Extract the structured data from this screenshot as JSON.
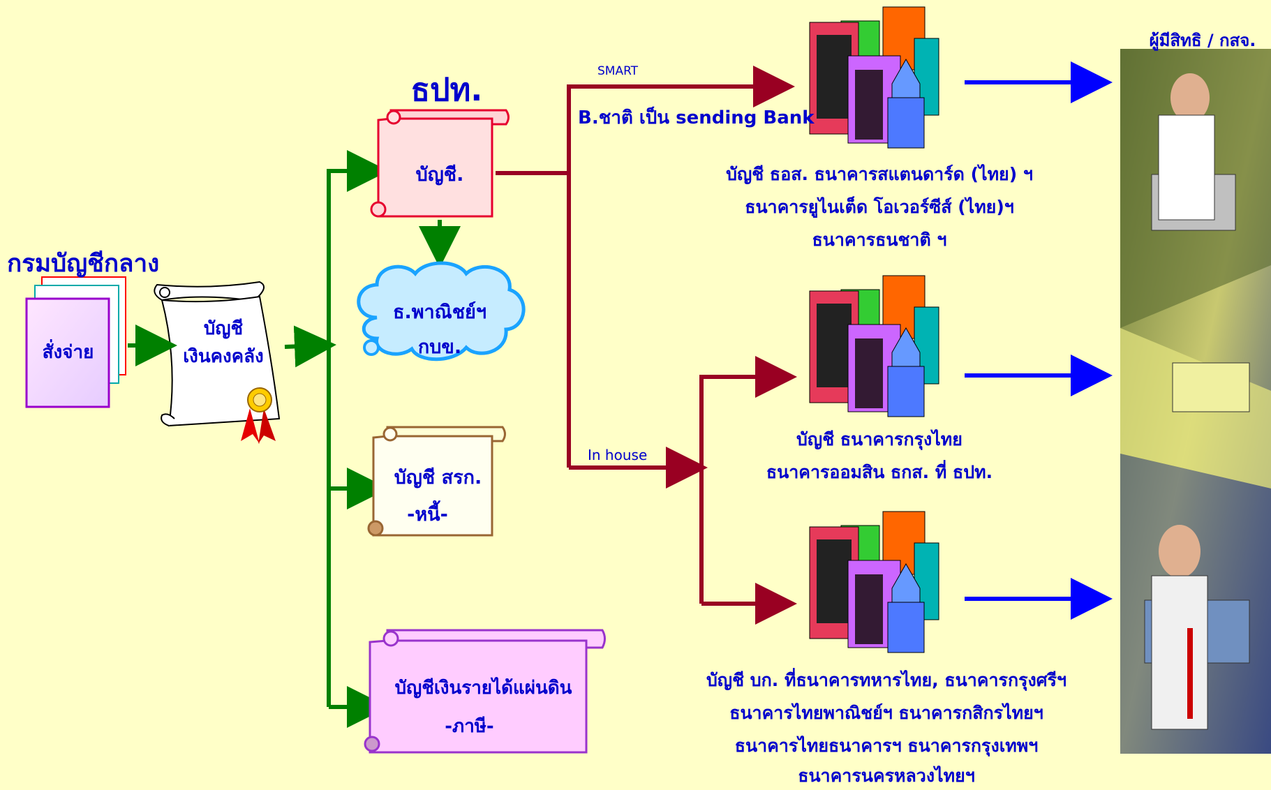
{
  "comptroller": {
    "title": "กรมบัญชีกลาง",
    "order_label": "สั่งจ่าย",
    "treasury_line1": "บัญชี",
    "treasury_line2": "เงินคงคลัง"
  },
  "bot": {
    "title": "ธปท.",
    "account_label": "บัญชี.",
    "cloud_line1": "ธ.พาณิชย์ฯ",
    "cloud_line2": "กบข.",
    "srk_line1": "บัญชี สรก.",
    "srk_line2": "-หนี้-",
    "revenue_line1": "บัญชีเงินรายได้แผ่นดิน",
    "revenue_line2": "-ภาษี-"
  },
  "channels": {
    "smart": "SMART",
    "sending_bank": "B.ชาติ เป็น sending Bank",
    "in_house": "In house"
  },
  "banks": {
    "group1": [
      "บัญชี ธอส. ธนาคารสแตนดาร์ด (ไทย) ฯ",
      "ธนาคารยูไนเต็ด โอเวอร์ซีส์ (ไทย)ฯ",
      "ธนาคารธนชาติ ฯ"
    ],
    "group2": [
      "บัญชี ธนาคารกรุงไทย",
      "ธนาคารออมสิน ธกส. ที่ ธปท."
    ],
    "group3": [
      "บัญชี บก. ที่ธนาคารทหารไทย, ธนาคารกรุงศรีฯ",
      "ธนาคารไทยพาณิชย์ฯ ธนาคารกสิกรไทยฯ",
      "ธนาคารไทยธนาคารฯ ธนาคารกรุงเทพฯ",
      "ธนาคารนครหลวงไทยฯ"
    ]
  },
  "recipient": {
    "title": "ผู้มีสิทธิ / กสจ."
  },
  "colors": {
    "background": "#ffffc8",
    "text": "#0000cc",
    "green_arrow": "#008000",
    "red_arrow": "#990022",
    "blue_arrow": "#0000ff"
  }
}
